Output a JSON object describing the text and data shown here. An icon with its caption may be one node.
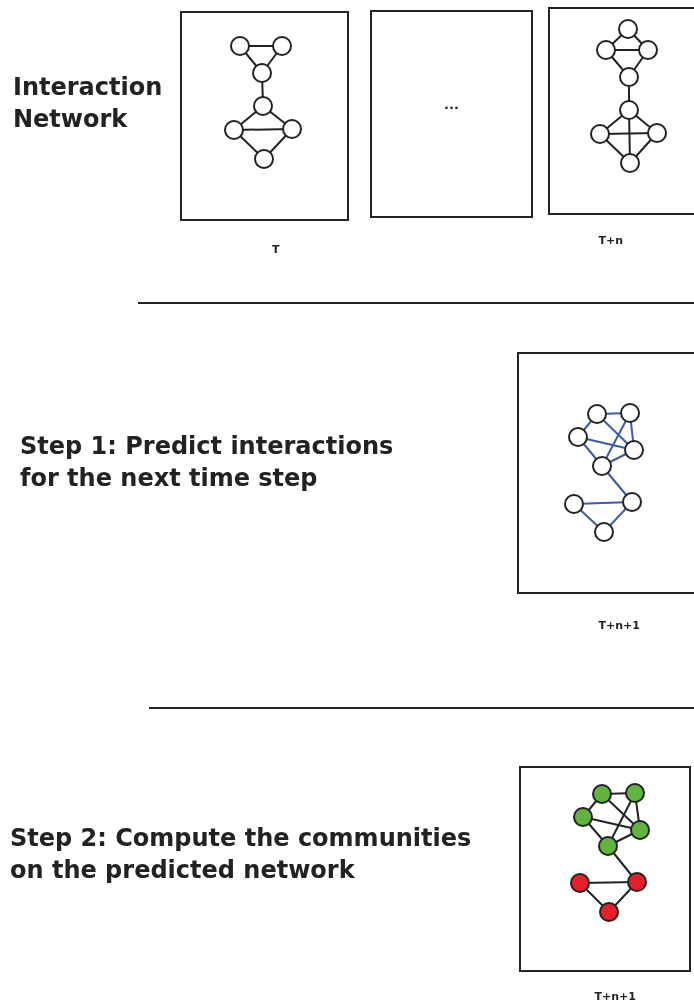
{
  "diagram": {
    "nodes": [
      {
        "text": [],
        "shape": "box",
        "beside": [
          "T"
        ]
      },
      {
        "text": [
          "..."
        ]
      },
      {
        "text": [],
        "shape": "box",
        "beside": [
          "T+n"
        ]
      },
      {
        "text": [],
        "shape": "box",
        "beside": [
          "T+n+1"
        ]
      },
      {
        "text": [],
        "shape": "box",
        "beside": [
          "T+n+1"
        ]
      }
    ],
    "edges": [],
    "labels": [
      "Interaction Network",
      "Step 1: Predict interactions for the next time step",
      "Step 2: Compute the communities on the predicted network"
    ]
  }
}
